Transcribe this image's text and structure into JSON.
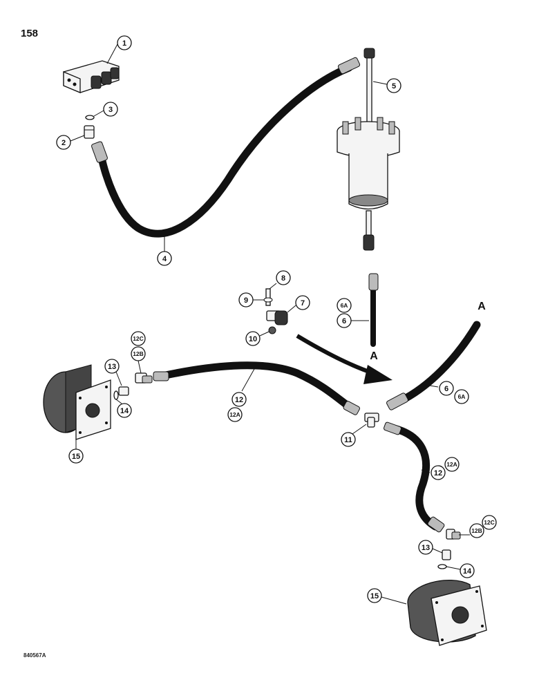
{
  "page": {
    "number": "158",
    "drawing_code": "840567A"
  },
  "connection_marks": {
    "a_lower": "A",
    "a_upper": "A"
  },
  "callouts": [
    {
      "id": "c1",
      "label": "1"
    },
    {
      "id": "c2",
      "label": "2"
    },
    {
      "id": "c3",
      "label": "3"
    },
    {
      "id": "c4",
      "label": "4"
    },
    {
      "id": "c5",
      "label": "5"
    },
    {
      "id": "c6a1",
      "label": "6A"
    },
    {
      "id": "c6_1",
      "label": "6"
    },
    {
      "id": "c7",
      "label": "7"
    },
    {
      "id": "c8",
      "label": "8"
    },
    {
      "id": "c9",
      "label": "9"
    },
    {
      "id": "c10",
      "label": "10"
    },
    {
      "id": "c12c1",
      "label": "12C"
    },
    {
      "id": "c12b1",
      "label": "12B"
    },
    {
      "id": "c13a",
      "label": "13"
    },
    {
      "id": "c14a",
      "label": "14"
    },
    {
      "id": "c15a",
      "label": "15"
    },
    {
      "id": "c12_1",
      "label": "12"
    },
    {
      "id": "c12a1",
      "label": "12A"
    },
    {
      "id": "c11",
      "label": "11"
    },
    {
      "id": "c6_2",
      "label": "6"
    },
    {
      "id": "c6a2",
      "label": "6A"
    },
    {
      "id": "c12_2",
      "label": "12"
    },
    {
      "id": "c12a2",
      "label": "12A"
    },
    {
      "id": "c12b2",
      "label": "12B"
    },
    {
      "id": "c12c2",
      "label": "12C"
    },
    {
      "id": "c13b",
      "label": "13"
    },
    {
      "id": "c14b",
      "label": "14"
    },
    {
      "id": "c15b",
      "label": "15"
    }
  ]
}
